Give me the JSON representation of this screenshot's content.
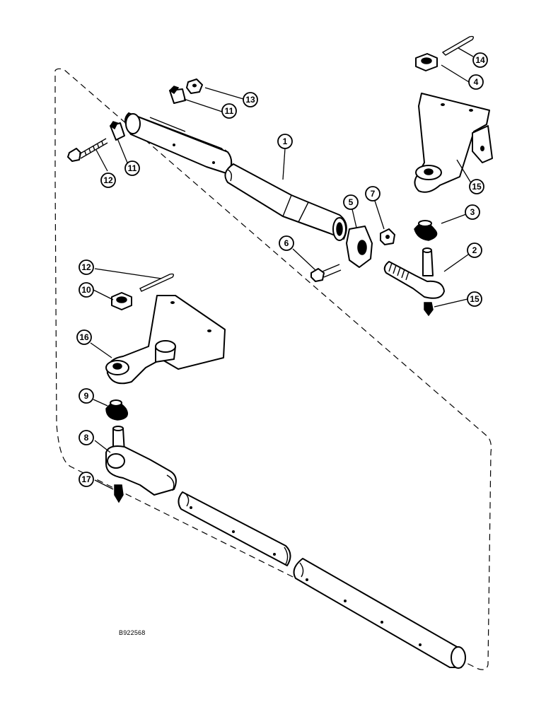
{
  "figure_id": "B922568",
  "callouts": [
    {
      "id": "c1",
      "label": "1"
    },
    {
      "id": "c2",
      "label": "2"
    },
    {
      "id": "c3",
      "label": "3"
    },
    {
      "id": "c4",
      "label": "4"
    },
    {
      "id": "c5",
      "label": "5"
    },
    {
      "id": "c6",
      "label": "6"
    },
    {
      "id": "c7",
      "label": "7"
    },
    {
      "id": "c8",
      "label": "8"
    },
    {
      "id": "c9",
      "label": "9"
    },
    {
      "id": "c10",
      "label": "10"
    },
    {
      "id": "c11a",
      "label": "11"
    },
    {
      "id": "c11b",
      "label": "11"
    },
    {
      "id": "c12a",
      "label": "12"
    },
    {
      "id": "c12b",
      "label": "12"
    },
    {
      "id": "c13",
      "label": "13"
    },
    {
      "id": "c14",
      "label": "14"
    },
    {
      "id": "c15a",
      "label": "15"
    },
    {
      "id": "c15b",
      "label": "15"
    },
    {
      "id": "c16",
      "label": "16"
    },
    {
      "id": "c17",
      "label": "17"
    }
  ]
}
